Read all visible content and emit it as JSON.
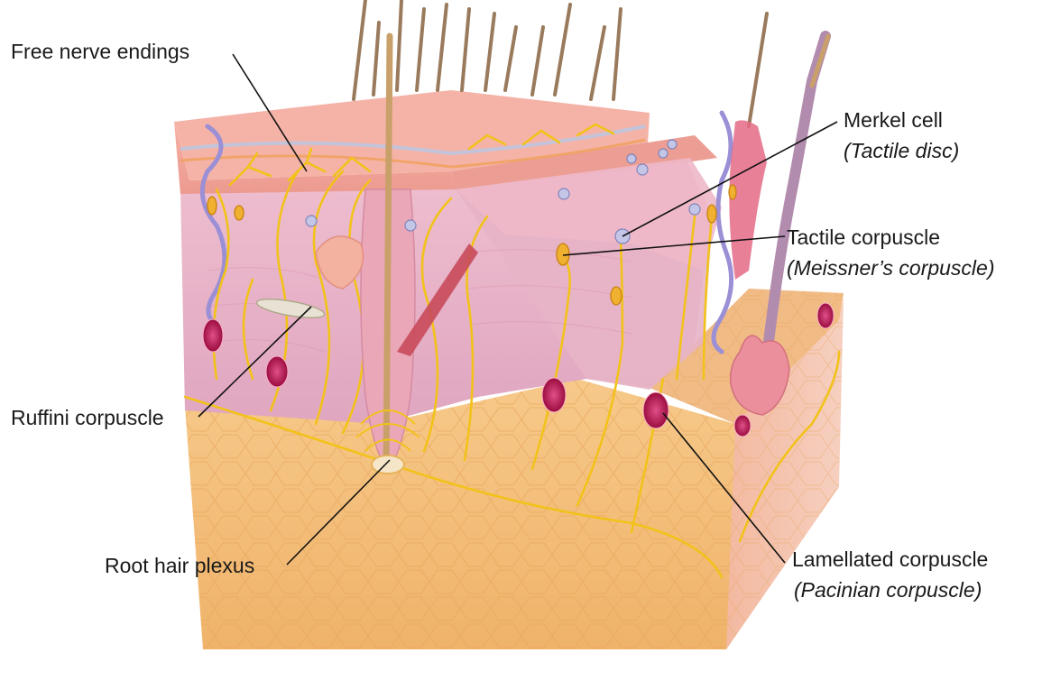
{
  "labels": {
    "free_nerve_endings": "Free nerve endings",
    "merkel_cell": "Merkel cell",
    "merkel_cell_sub": "(Tactile disc)",
    "tactile_corpuscle": "Tactile corpuscle",
    "tactile_corpuscle_sub": "(Meissner’s corpuscle)",
    "ruffini_corpuscle": "Ruffini corpuscle",
    "root_hair_plexus": "Root hair plexus",
    "lamellated_corpuscle": "Lamellated corpuscle",
    "lamellated_corpuscle_sub": "(Pacinian corpuscle)"
  },
  "colors": {
    "epidermis": "#f0a8a0",
    "dermis": "#e8b4c8",
    "hypodermis": "#f4c27a",
    "nerve": "#f2c21a",
    "corpuscle": "#b0144a",
    "hair": "#9a7a5c",
    "vessel": "#9b8fd6"
  }
}
